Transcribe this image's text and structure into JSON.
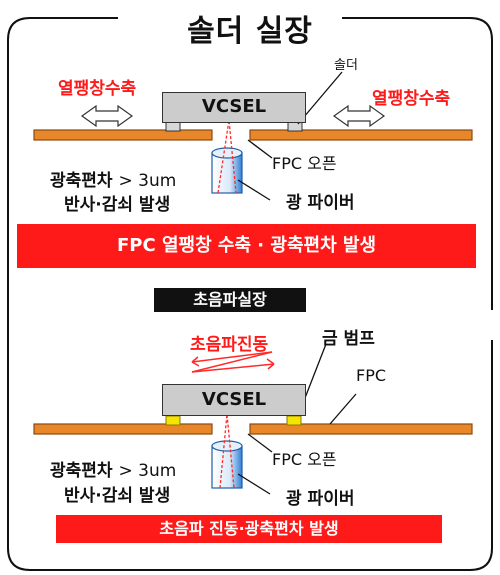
{
  "title": "솔더 실장",
  "top": {
    "solder_label": "솔더",
    "expansion_left": "열팽창수축",
    "expansion_right": "열팽창수축",
    "vcsel": "VCSEL",
    "fpc_open": "FPC 오픈",
    "offset_text": "광축편차 ",
    "offset_value": "> 3um",
    "reflection": "반사·감쇠 발생",
    "fiber": "광 파이버",
    "banner": "FPC 열팽창 수축 · 광축편차 발생"
  },
  "method_label": "초음파실장",
  "bottom": {
    "ultrasonic_vibration": "초음파진동",
    "gold_bump": "금 범프",
    "fpc": "FPC",
    "vcsel": "VCSEL",
    "fpc_open": "FPC 오픈",
    "offset_text": "광축편차 ",
    "offset_value": "> 3um",
    "reflection": "반사·감쇠 발생",
    "fiber": "광 파이버",
    "banner": "초음파 진동·광축편차 발생"
  },
  "colors": {
    "accent_red": "#ff1a1a",
    "fpc_orange": "#e8862a",
    "solder_yellow": "#f5e400",
    "fiber_blue": "#2e7fd6"
  }
}
